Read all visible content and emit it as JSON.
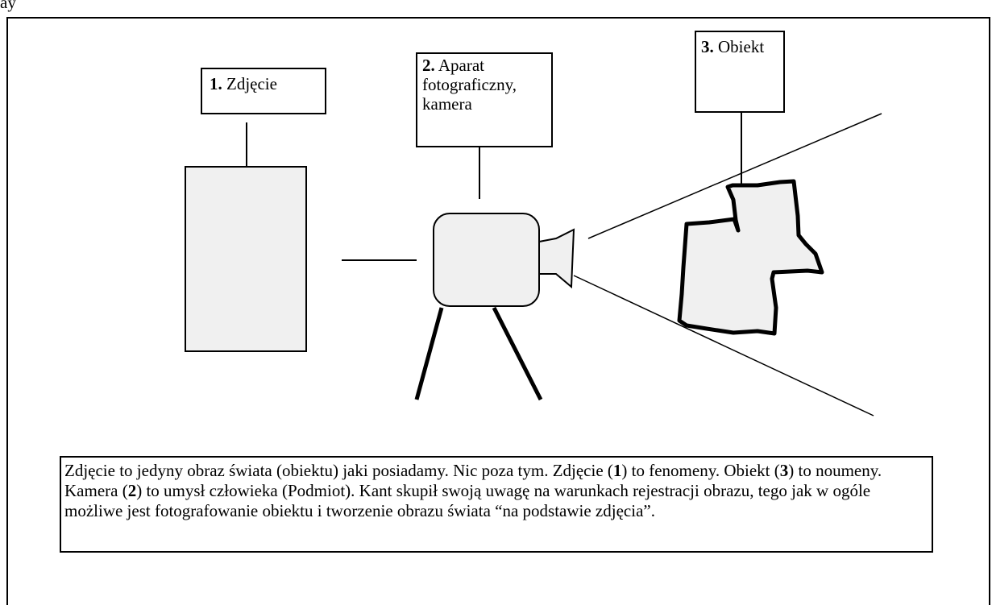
{
  "top_line": "ay",
  "labels": {
    "photo": {
      "number": "1.",
      "text": " Zdjęcie"
    },
    "camera": {
      "number": "2.",
      "text": " Aparat fotograficzny, kamera"
    },
    "object": {
      "number": "3.",
      "text": " Obiekt"
    }
  },
  "caption": {
    "p1": " Zdjęcie to jedyny obraz świata (obiektu) jaki posiadamy. Nic poza tym. Zdjęcie (",
    "n1": "1",
    "p2": ") to fenomeny. Obiekt (",
    "n3": "3",
    "p3": ") to noumeny. Kamera (",
    "n2": "2",
    "p4": ") to umysł człowieka (Podmiot). Kant skupił swoją uwagę na warunkach rejestracji obrazu, tego jak w ogóle możliwe jest fotografowanie obiektu i tworzenie obrazu świata “na podstawie zdjęcia”."
  },
  "colors": {
    "shape_fill": "#f0f0f0",
    "stroke": "#000000"
  }
}
